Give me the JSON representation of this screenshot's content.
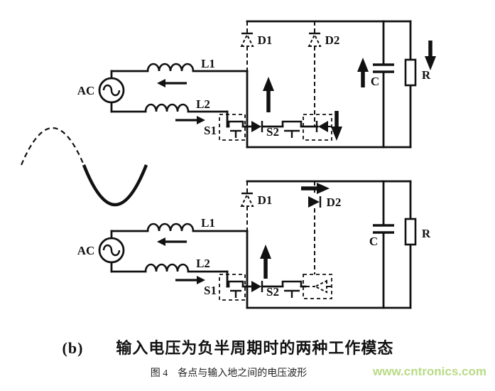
{
  "figure": {
    "caption_b": "(b)　　输入电压为负半周期时的两种工作模态",
    "caption_fig": "图 4　各点与输入地之间的电压波形",
    "watermark": "www.cntronics.com"
  },
  "top_circuit": {
    "labels": {
      "ac": "AC",
      "l1": "L1",
      "l2": "L2",
      "s1": "S1",
      "s2": "S2",
      "d1": "D1",
      "d2": "D2",
      "c": "C",
      "r": "R"
    }
  },
  "bottom_circuit": {
    "labels": {
      "ac": "AC",
      "l1": "L1",
      "l2": "L2",
      "s1": "S1",
      "s2": "S2",
      "d1": "D1",
      "d2": "D2",
      "c": "C",
      "r": "R"
    }
  },
  "colors": {
    "wire": "#111111",
    "background": "#ffffff",
    "watermark": "#b8db84"
  }
}
